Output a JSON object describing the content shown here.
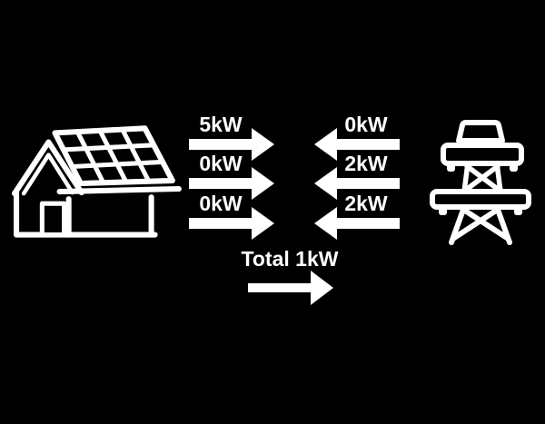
{
  "colors": {
    "background": "#000000",
    "foreground": "#ffffff"
  },
  "left_entity": {
    "icon": "solar-house-icon"
  },
  "right_entity": {
    "icon": "transmission-tower-icon"
  },
  "flows": {
    "house_to_grid": [
      {
        "label": "5kW",
        "direction": "right"
      },
      {
        "label": "0kW",
        "direction": "right"
      },
      {
        "label": "0kW",
        "direction": "right"
      }
    ],
    "grid_to_house": [
      {
        "label": "0kW",
        "direction": "left"
      },
      {
        "label": "2kW",
        "direction": "left"
      },
      {
        "label": "2kW",
        "direction": "left"
      }
    ],
    "total": {
      "label": "Total 1kW",
      "direction": "right"
    }
  }
}
